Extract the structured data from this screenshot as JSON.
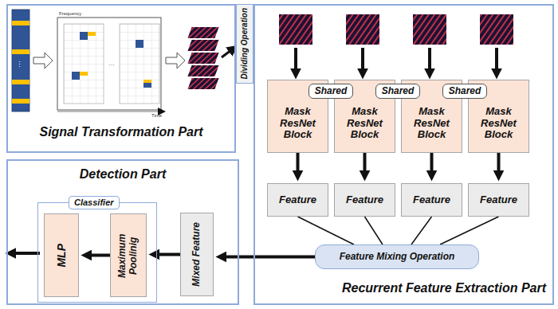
{
  "diagram": {
    "nodes": [
      {
        "text": [
          "Signal Transformation Part"
        ]
      },
      {
        "text": [
          "Dividing Operation"
        ]
      },
      {
        "text": [
          "Recurrent Feature Extraction Part"
        ]
      },
      {
        "text": [
          "Mask ResNet Block"
        ],
        "in": 2
      },
      {
        "text": [
          "Mask ResNet Block"
        ],
        "in": 2
      },
      {
        "text": [
          "Mask ResNet Block"
        ],
        "in": 2
      },
      {
        "text": [
          "Mask ResNet Block"
        ],
        "in": 2
      },
      {
        "text": [
          "Shared"
        ],
        "in": 2
      },
      {
        "text": [
          "Shared"
        ],
        "in": 2
      },
      {
        "text": [
          "Shared"
        ],
        "in": 2
      },
      {
        "text": [
          "Feature"
        ],
        "in": 2
      },
      {
        "text": [
          "Feature"
        ],
        "in": 2
      },
      {
        "text": [
          "Feature"
        ],
        "in": 2
      },
      {
        "text": [
          "Feature"
        ],
        "in": 2
      },
      {
        "text": [
          "Feature Mixing Operation"
        ],
        "in": 2
      },
      {
        "text": [
          "Detection Part"
        ]
      },
      {
        "text": [
          "Classifier"
        ],
        "in": 15
      },
      {
        "text": [
          "MLP"
        ],
        "in": 16
      },
      {
        "text": [
          "Maximum Poolinig"
        ],
        "in": 16
      },
      {
        "text": [
          "Mixed Feature"
        ],
        "in": 15
      }
    ],
    "edges": [
      {
        "from": 3,
        "to": 10,
        "arrow": "to"
      },
      {
        "from": 4,
        "to": 11,
        "arrow": "to"
      },
      {
        "from": 5,
        "to": 12,
        "arrow": "to"
      },
      {
        "from": 6,
        "to": 13,
        "arrow": "to"
      },
      {
        "from": 10,
        "to": 14,
        "arrow": "none"
      },
      {
        "from": 11,
        "to": 14,
        "arrow": "none"
      },
      {
        "from": 12,
        "to": 14,
        "arrow": "none"
      },
      {
        "from": 13,
        "to": 14,
        "arrow": "none"
      },
      {
        "from": 14,
        "to": 19,
        "arrow": "to"
      },
      {
        "from": 19,
        "to": 18,
        "arrow": "to"
      },
      {
        "from": 18,
        "to": 17,
        "arrow": "to"
      }
    ],
    "labels": [
      "Frequency",
      "Time"
    ]
  }
}
